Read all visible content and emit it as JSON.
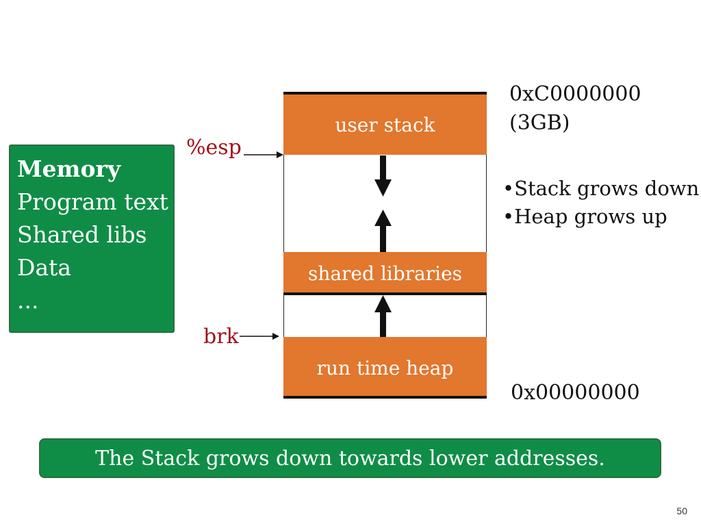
{
  "memory_box": {
    "title": "Memory",
    "items": [
      "Program text",
      "Shared libs",
      "Data",
      "..."
    ]
  },
  "pointers": {
    "esp": "%esp",
    "brk": "brk"
  },
  "segments": {
    "user_stack": "user stack",
    "shared_libraries": "shared libraries",
    "run_time_heap": "run time heap"
  },
  "addresses": {
    "top": "0xC0000000",
    "top_size": "(3GB)",
    "bottom": "0x00000000"
  },
  "notes": [
    "•Stack grows down",
    "•Heap grows up"
  ],
  "caption": "The Stack grows down towards lower addresses.",
  "page_number": "50",
  "colors": {
    "green": "#0f8d46",
    "orange": "#e2772e",
    "pointer_red": "#a3111a"
  }
}
